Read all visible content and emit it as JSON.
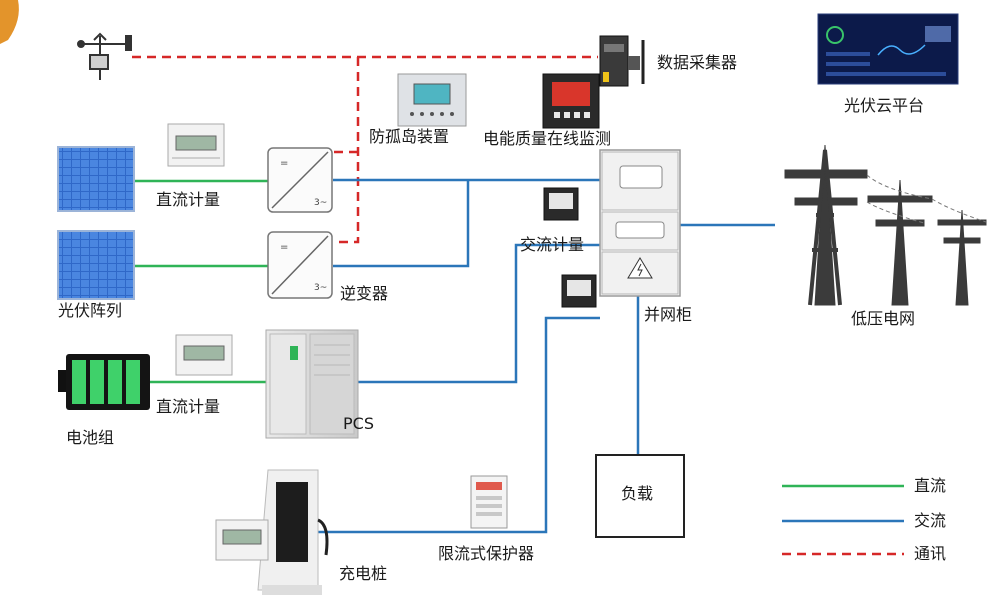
{
  "labels": {
    "data_collector": "数据采集器",
    "cloud_platform": "光伏云平台",
    "anti_islanding": "防孤岛装置",
    "power_quality": "电能质量在线监测",
    "dc_meter_1": "直流计量",
    "ac_meter": "交流计量",
    "inverter": "逆变器",
    "pv_array": "光伏阵列",
    "grid_cabinet": "并网柜",
    "low_voltage_grid": "低压电网",
    "dc_meter_2": "直流计量",
    "battery": "电池组",
    "pcs": "PCS",
    "load": "负载",
    "charging_pile": "充电桩",
    "current_limiter": "限流式保护器"
  },
  "legend": [
    {
      "label": "直流",
      "style": "solid",
      "color": "#2fb457"
    },
    {
      "label": "交流",
      "style": "solid",
      "color": "#2b76b9"
    },
    {
      "label": "通讯",
      "style": "dashed",
      "color": "#d62828"
    }
  ],
  "colors": {
    "dc_line": "#2fb457",
    "ac_line": "#2b76b9",
    "comm_line": "#d62828"
  },
  "icons": [
    "weather-station-icon",
    "solar-panel-icon",
    "dc-meter-icon",
    "inverter-icon",
    "anti-islanding-device-icon",
    "power-quality-monitor-icon",
    "data-collector-icon",
    "cloud-dashboard-icon",
    "grid-cabinet-icon",
    "ac-meter-icon",
    "transmission-tower-icon",
    "battery-icon",
    "pcs-cabinet-icon",
    "charging-pile-icon",
    "current-limiter-icon"
  ]
}
